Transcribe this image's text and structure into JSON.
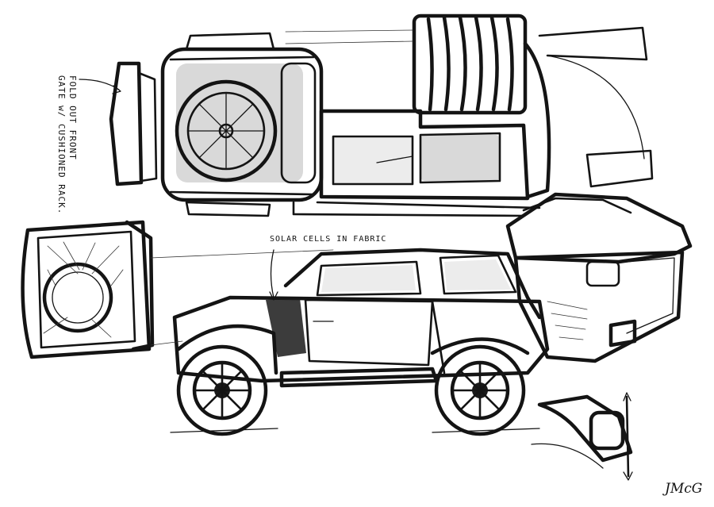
{
  "annotations": {
    "front_gate_line1": "FOLD OUT FRONT",
    "front_gate_line2": "GATE w/ CUSHIONED RACK.",
    "solar_cells": "SOLAR CELLS IN FABRIC"
  },
  "views": {
    "top": "top-view",
    "side": "side-view",
    "front": "front-view",
    "rear": "rear-three-quarter-view",
    "detail": "rear-pillar-detail"
  },
  "signature": "JMcG",
  "colors": {
    "ink": "#141414",
    "shade": "#d9d9d9",
    "paper": "#ffffff"
  }
}
